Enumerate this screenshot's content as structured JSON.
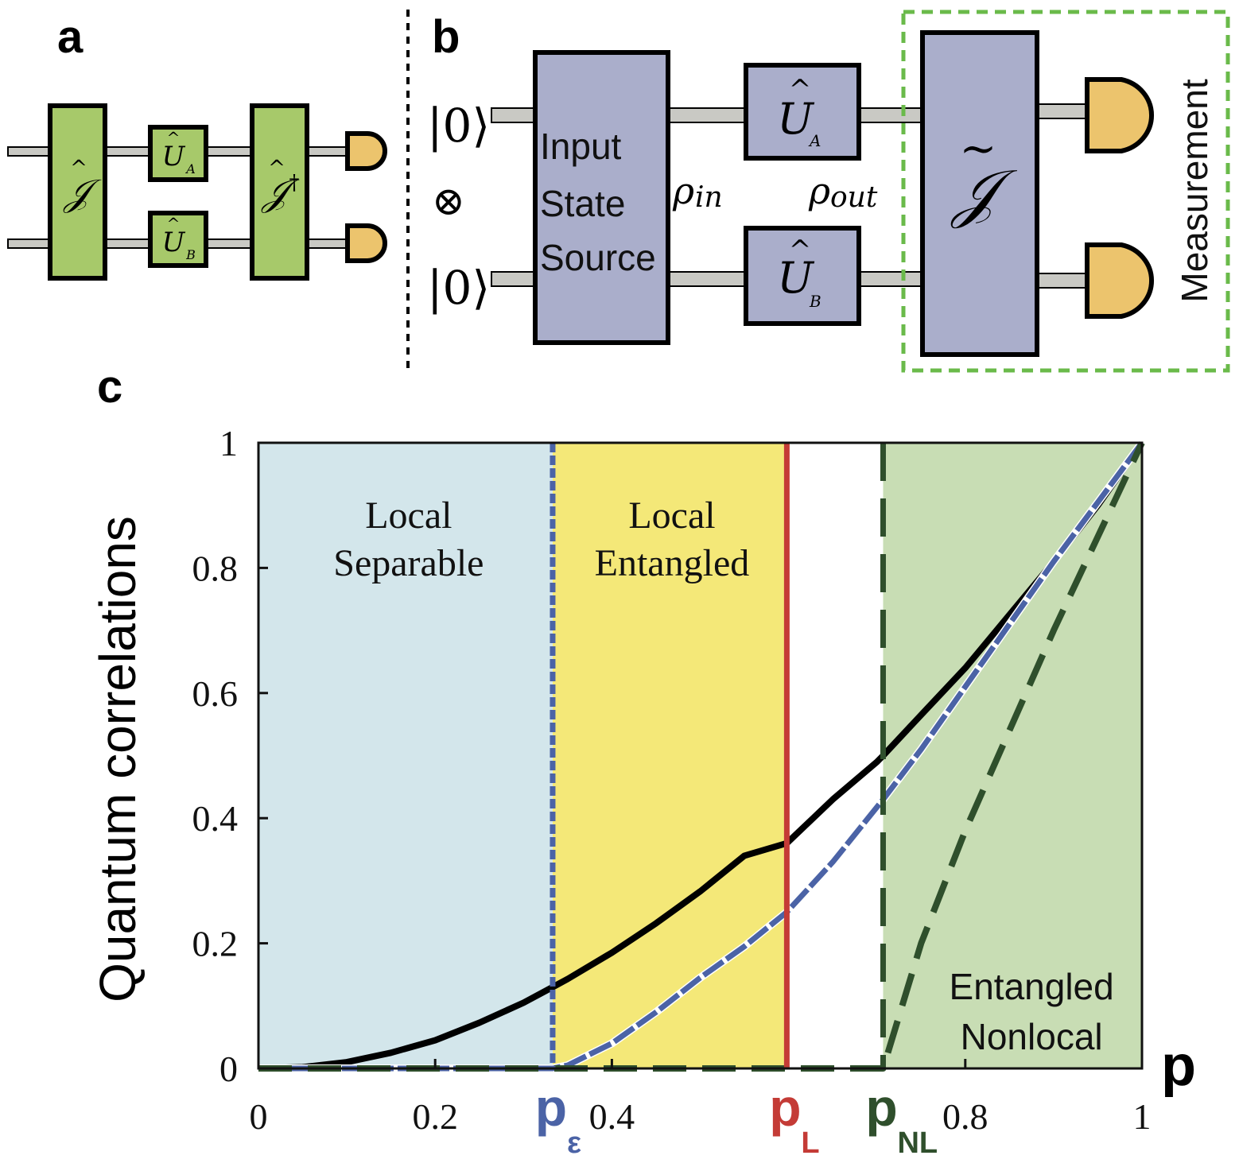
{
  "panel_a": {
    "letter": "a",
    "gate_j": "𝒥",
    "gate_ua": "U",
    "gate_ua_sub": "A",
    "gate_ub": "U",
    "gate_ub_sub": "B",
    "gate_jdag": "𝒥",
    "gate_jdag_sup": "†"
  },
  "panel_b": {
    "letter": "b",
    "ket_top": "|0⟩",
    "ket_bottom": "|0⟩",
    "tensor": "⊗",
    "source_lines": [
      "Input",
      "State",
      "Source"
    ],
    "rho_in": "ρ",
    "rho_in_sub": "in",
    "rho_out": "ρ",
    "rho_out_sub": "out",
    "ua": "U",
    "ua_sub": "A",
    "ub": "U",
    "ub_sub": "B",
    "jtilde": "𝒥",
    "measurement": "Measurement",
    "colors": {
      "box": "#aaaecb",
      "detector": "#ecc46d",
      "measurement_frame": "#6aba4a"
    }
  },
  "panel_c": {
    "letter": "c"
  },
  "chart_data": {
    "type": "area",
    "ylabel": "Quantum correlations",
    "xlabel": "p",
    "xlim": [
      0,
      1
    ],
    "ylim": [
      0,
      1
    ],
    "xticks": [
      "0",
      "0.2",
      "0.4",
      "0.8",
      "1"
    ],
    "xtick_values": [
      0,
      0.2,
      0.4,
      0.8,
      1
    ],
    "yticks": [
      "0",
      "0.2",
      "0.4",
      "0.6",
      "0.8",
      "1"
    ],
    "ytick_values": [
      0,
      0.2,
      0.4,
      0.6,
      0.8,
      1
    ],
    "regions": [
      {
        "lines": [
          "Local",
          "Separable"
        ],
        "from": 0,
        "to": 0.333,
        "color": "#d3e6eb"
      },
      {
        "lines": [
          "Local",
          "Entangled"
        ],
        "from": 0.333,
        "to": 0.598,
        "color": "#f4e878"
      },
      {
        "lines": [],
        "from": 0.598,
        "to": 0.707,
        "color": "#ffffff"
      },
      {
        "lines": [
          "Entangled",
          "Nonlocal"
        ],
        "from": 0.707,
        "to": 1,
        "color": "#c8ddb4"
      }
    ],
    "thresholds": [
      {
        "label": "p",
        "sub": "ε",
        "value": 0.333,
        "color": "#4b63a6",
        "style": "dashed"
      },
      {
        "label": "p",
        "sub": "L",
        "value": 0.598,
        "color": "#c43b36",
        "style": "solid"
      },
      {
        "label": "p",
        "sub": "NL",
        "value": 0.707,
        "color": "#2f4f2c",
        "style": "dashed"
      }
    ],
    "series": [
      {
        "color": "#000000",
        "style": "solid",
        "x": [
          0,
          0.05,
          0.1,
          0.15,
          0.2,
          0.25,
          0.3,
          0.333,
          0.35,
          0.4,
          0.45,
          0.5,
          0.55,
          0.598,
          0.65,
          0.7,
          0.707,
          0.75,
          0.8,
          0.85,
          0.9,
          0.95,
          1
        ],
        "y": [
          0,
          0.002,
          0.01,
          0.025,
          0.045,
          0.073,
          0.105,
          0.13,
          0.143,
          0.185,
          0.232,
          0.283,
          0.34,
          0.36,
          0.43,
          0.49,
          0.5,
          0.565,
          0.64,
          0.725,
          0.81,
          0.9,
          1
        ]
      },
      {
        "color": "#4b63a6",
        "style": "dashed",
        "x": [
          0,
          0.333,
          0.35,
          0.4,
          0.45,
          0.5,
          0.55,
          0.598,
          0.65,
          0.707,
          0.75,
          0.8,
          0.85,
          0.9,
          0.95,
          1
        ],
        "y": [
          0,
          0,
          0.005,
          0.04,
          0.09,
          0.145,
          0.195,
          0.25,
          0.33,
          0.43,
          0.51,
          0.61,
          0.71,
          0.81,
          0.905,
          1
        ]
      },
      {
        "color": "#2f4f2c",
        "style": "longdash",
        "x": [
          0,
          0.707,
          0.75,
          0.8,
          0.85,
          0.9,
          0.95,
          1
        ],
        "y": [
          0,
          0,
          0.2,
          0.38,
          0.54,
          0.7,
          0.85,
          1
        ]
      }
    ]
  }
}
